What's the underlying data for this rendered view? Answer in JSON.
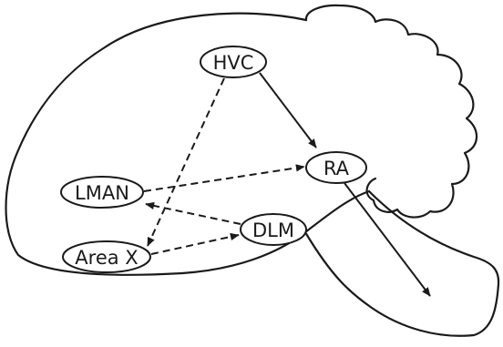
{
  "diagram": {
    "nodes": [
      {
        "id": "hvc",
        "label": "HVC"
      },
      {
        "id": "ra",
        "label": "RA"
      },
      {
        "id": "lman",
        "label": "LMAN"
      },
      {
        "id": "dlm",
        "label": "DLM"
      },
      {
        "id": "areax",
        "label": "Area X"
      }
    ],
    "edges": [
      {
        "from": "hvc",
        "to": "ra",
        "style": "solid"
      },
      {
        "from": "hvc",
        "to": "areax",
        "style": "dashed"
      },
      {
        "from": "lman",
        "to": "ra",
        "style": "dashed"
      },
      {
        "from": "areax",
        "to": "dlm",
        "style": "dashed"
      },
      {
        "from": "dlm",
        "to": "lman",
        "style": "dashed"
      },
      {
        "from": "ra",
        "to": "output",
        "style": "solid"
      }
    ]
  },
  "colors": {
    "stroke": "#1a1a1a",
    "background": "#ffffff"
  }
}
